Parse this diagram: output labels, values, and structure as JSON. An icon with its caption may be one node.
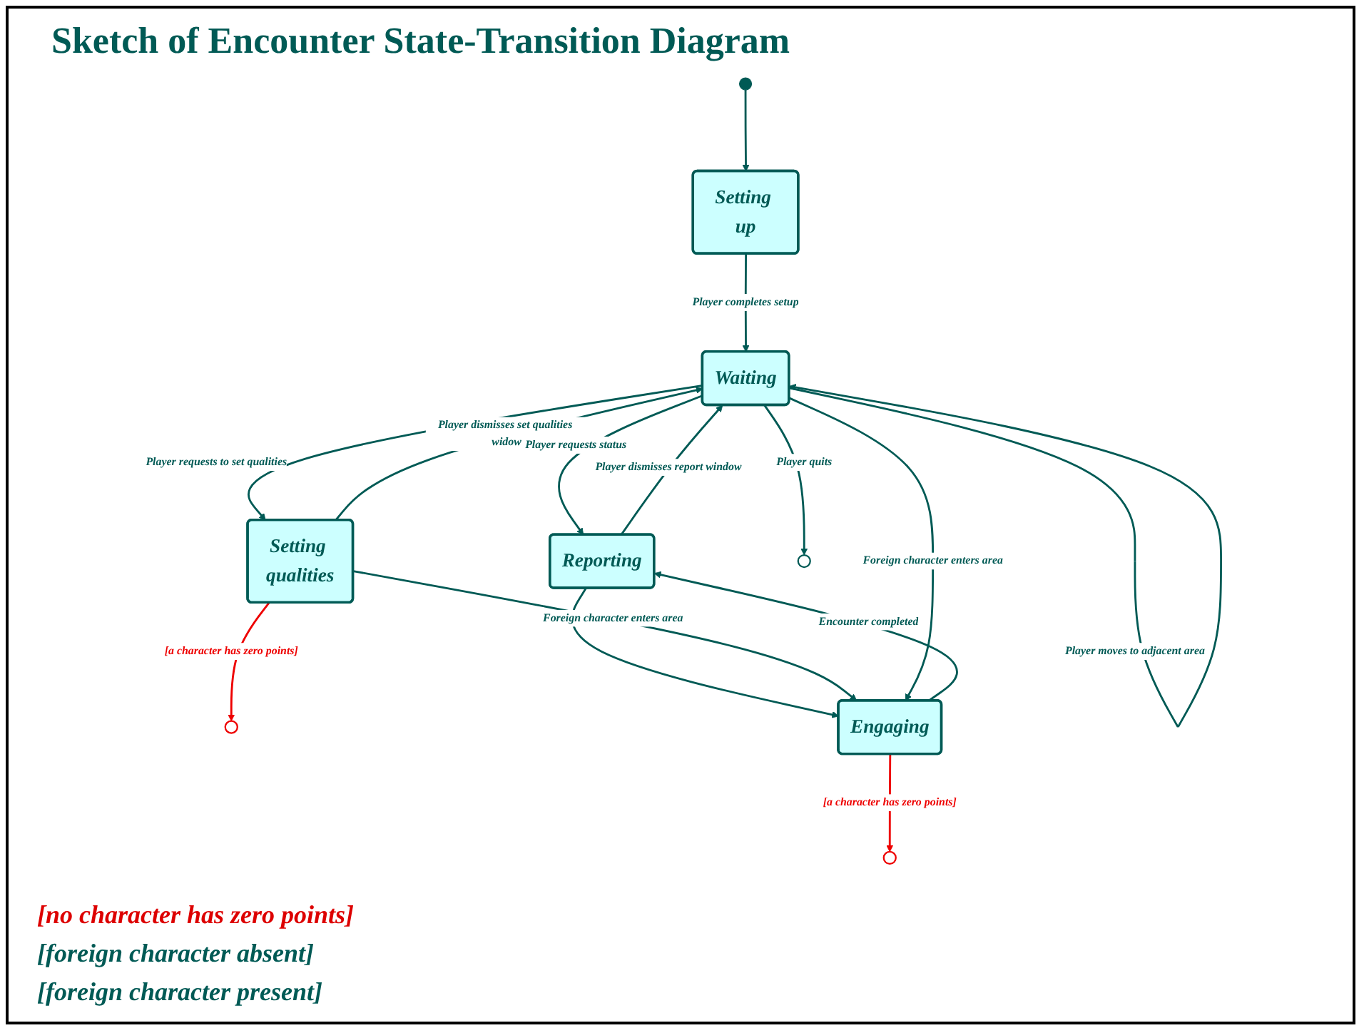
{
  "diagram": {
    "title": "Sketch of Encounter State-Transition Diagram",
    "nodes": [
      {
        "text": [],
        "shape": "circle"
      },
      {
        "text": [
          "Setting up"
        ]
      },
      {
        "text": [
          "Reporting"
        ]
      },
      {
        "text": [],
        "shape": "circle"
      },
      {
        "text": [
          "Setting qualities"
        ]
      },
      {
        "text": [
          "Waiting"
        ]
      },
      {
        "text": [],
        "shape": "circle"
      },
      {
        "text": [
          "Engaging"
        ]
      },
      {
        "text": [],
        "shape": "circle"
      }
    ],
    "edges": [
      {
        "from": 0,
        "to": 1,
        "arrow": "to"
      },
      {
        "from": 1,
        "to": 5,
        "label": "Player completes setup",
        "arrow": "to"
      },
      {
        "from": 2,
        "to": 5,
        "label": "Player dismisses report window",
        "arrow": "to"
      },
      {
        "from": 4,
        "to": 5,
        "label": "Player dismisses set qualities widow",
        "arrow": "to"
      },
      {
        "from": 5,
        "to": 2,
        "label": "Player requests status",
        "arrow": "to"
      },
      {
        "from": 5,
        "to": 4,
        "label": "Player requests to set qualities",
        "arrow": "to"
      },
      {
        "from": 4,
        "to": 3,
        "label": "[a character has zero points]",
        "arrow": "to",
        "color": "#ee0000"
      },
      {
        "from": 2,
        "to": 7,
        "arrow": "to"
      },
      {
        "from": 4,
        "to": 7,
        "label": "Foreign character enters area",
        "arrow": "to"
      },
      {
        "from": 7,
        "to": 2,
        "label": "Encounter completed",
        "arrow": "to"
      },
      {
        "from": 7,
        "to": 6,
        "label": "[a character has zero points]",
        "arrow": "to",
        "color": "#ee0000"
      },
      {
        "from": 5,
        "to": 5,
        "label": "Player  moves to adjacent area",
        "arrow": "to"
      },
      {
        "from": 5,
        "to": 7,
        "label": "Foreign character enters area",
        "arrow": "to"
      },
      {
        "from": 5,
        "to": 8,
        "label": "Player quits",
        "arrow": "to"
      }
    ],
    "labels": [
      "[no character has zero points]",
      "[foreign character absent]",
      "[foreign character present]"
    ]
  }
}
